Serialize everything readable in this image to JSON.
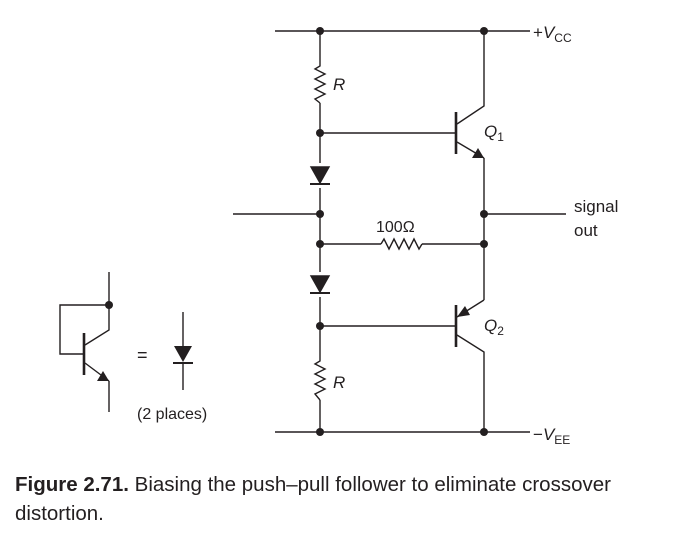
{
  "labels": {
    "vcc": {
      "sign": "+",
      "main": "V",
      "sub": "CC"
    },
    "vee": {
      "sign": "−",
      "main": "V",
      "sub": "EE"
    },
    "r_top": "R",
    "r_bottom": "R",
    "q1": {
      "main": "Q",
      "sub": "1"
    },
    "q2": {
      "main": "Q",
      "sub": "2"
    },
    "resistor_100": "100Ω",
    "signal_out_line1": "signal",
    "signal_out_line2": "out",
    "equals": "=",
    "two_places": "(2 places)"
  },
  "caption": {
    "number": "Figure 2.71.",
    "text": "Biasing the push–pull follower to eliminate crossover distortion."
  },
  "colors": {
    "ink": "#231f20",
    "background": "#ffffff"
  }
}
